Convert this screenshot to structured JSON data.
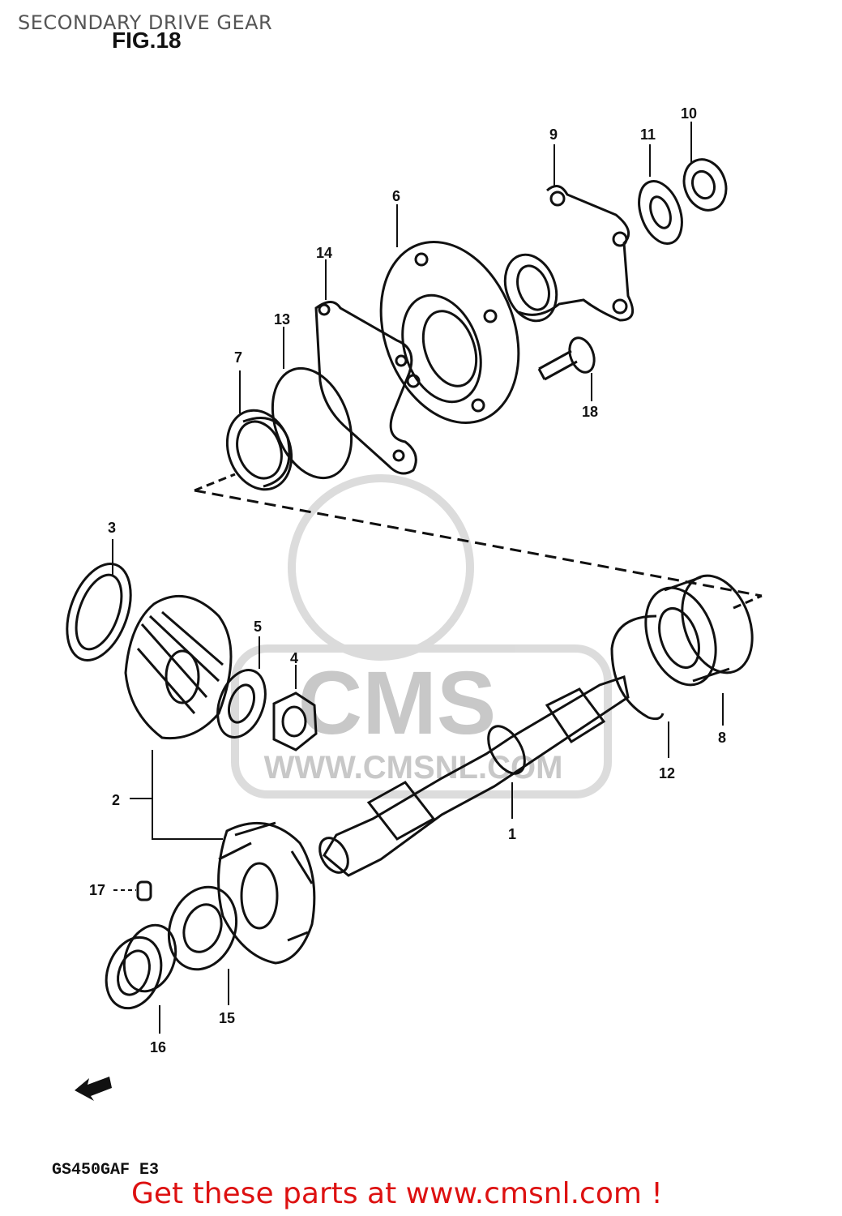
{
  "header": {
    "title": "SECONDARY DRIVE GEAR",
    "figure": "FIG.18"
  },
  "footer": {
    "model_code": "GS450GAF E3",
    "call_to_action": "Get these parts at www.cmsnl.com !"
  },
  "watermark": {
    "brand": "CMS",
    "url": "WWW.CMSNL.COM"
  },
  "callouts": [
    "1",
    "2",
    "3",
    "4",
    "5",
    "6",
    "7",
    "8",
    "9",
    "10",
    "11",
    "12",
    "13",
    "14",
    "15",
    "16",
    "17",
    "18"
  ],
  "colors": {
    "ink": "#111111",
    "accent": "#dd1111",
    "watermark": "#bdbdbd"
  }
}
